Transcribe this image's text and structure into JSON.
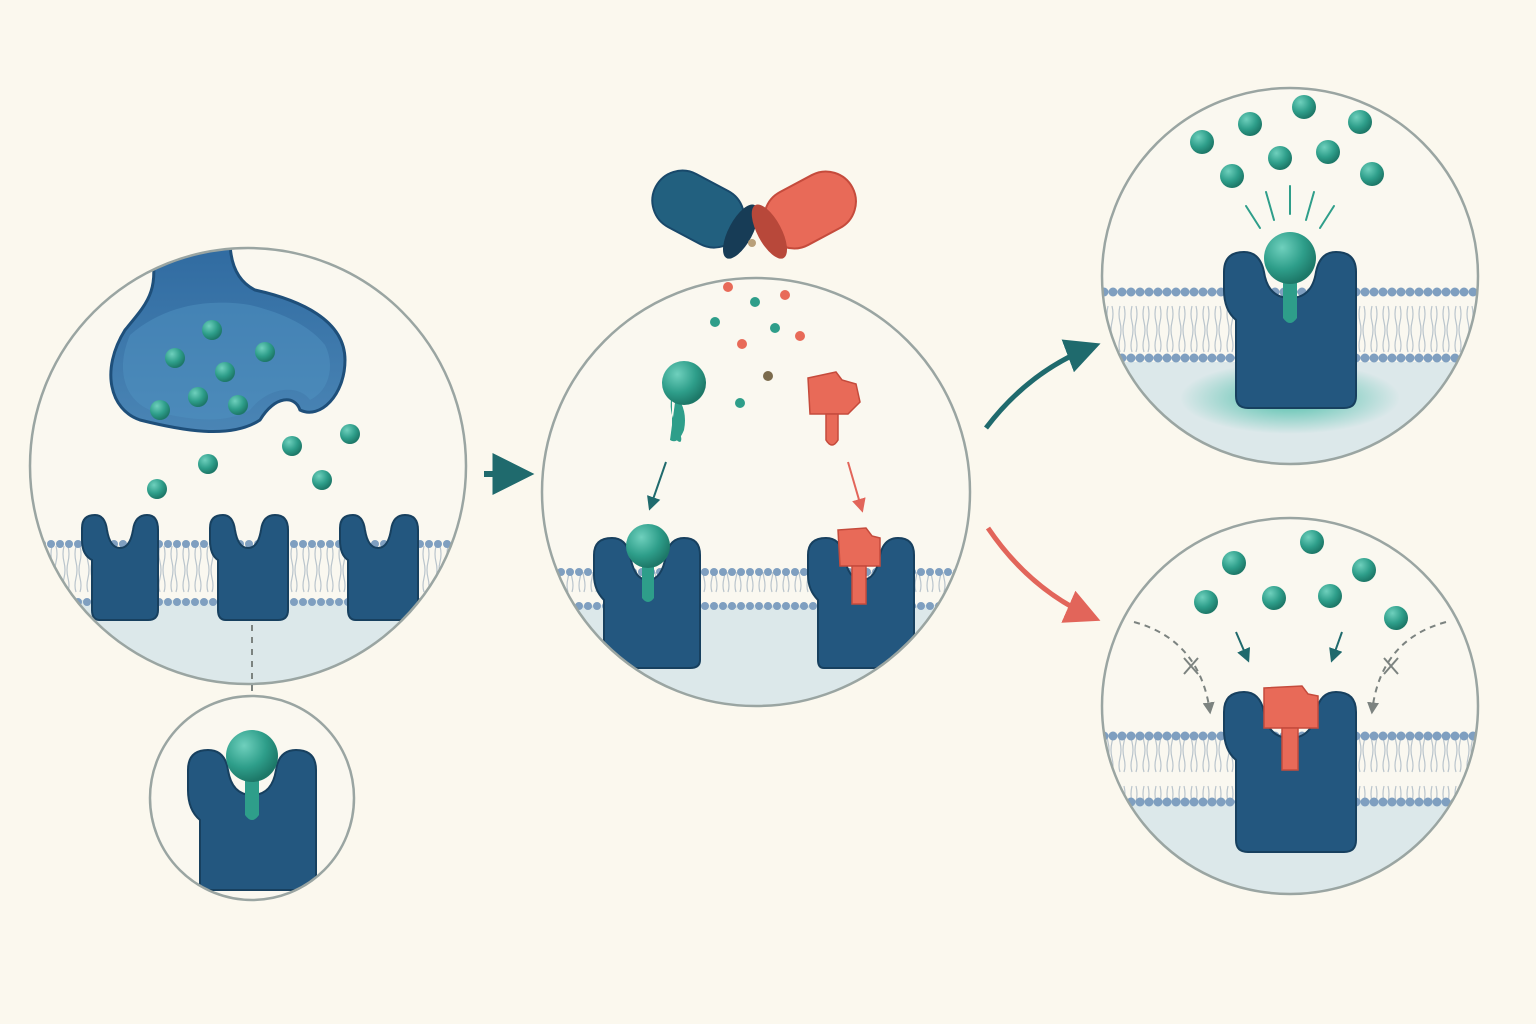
{
  "diagram": {
    "colors": {
      "background": "#fbf8ee",
      "panel_fill": "#faf8f0",
      "panel_border": "#9aa5a2",
      "receptor": "#23577f",
      "receptor_dark": "#17405f",
      "agonist": "#2e9e8a",
      "agonist_dark": "#1f7a6a",
      "antagonist": "#e86a58",
      "antagonist_dark": "#c54b3c",
      "capsule_blue": "#22607f",
      "membrane_head": "#7f9fc0",
      "membrane_tail": "#b7c2cc",
      "cytoplasm": "#dce8ea",
      "arrow_teal": "#1f6a6d",
      "arrow_red": "#e2655a",
      "blocked_arrow": "#7c8380"
    },
    "panels": [
      {
        "id": "synapse-release",
        "content": [
          "presynaptic-terminal",
          "vesicle",
          "neurotransmitter-particles",
          "three-receptors",
          "membrane"
        ]
      },
      {
        "id": "receptor-closeup",
        "content": [
          "receptor-with-bound-ligand"
        ]
      },
      {
        "id": "drug-binding",
        "content": [
          "open-capsule",
          "agonist-molecule",
          "antagonist-molecule",
          "two-receptors"
        ]
      },
      {
        "id": "agonist-activation",
        "content": [
          "receptor-with-agonist",
          "activation-glow",
          "free-neurotransmitters"
        ]
      },
      {
        "id": "antagonist-blocking",
        "content": [
          "receptor-with-antagonist",
          "blocked-neurotransmitters"
        ]
      }
    ],
    "arrows": [
      {
        "id": "panel1-to-panel2",
        "color": "arrow_teal"
      },
      {
        "id": "panel2-to-agonist",
        "color": "arrow_teal"
      },
      {
        "id": "panel2-to-antagonist",
        "color": "arrow_red"
      }
    ]
  }
}
